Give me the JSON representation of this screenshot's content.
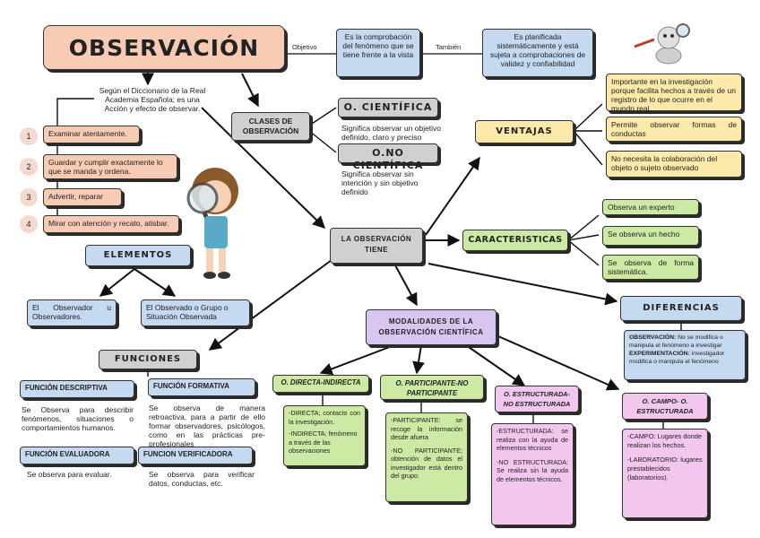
{
  "main": {
    "title": "OBSERVACIÓN",
    "objetivo_label": "Objetivo",
    "tambien_label": "También",
    "objetivo_text": "Es la comprobación del fenómeno que se tiene frente a la vista",
    "tambien_text": "Es planificada sistemáticamente y está sujeta a comprobaciones de validez y confiabilidad",
    "definicion": "Según el Diccionario de la Real Academia Española; es una Acción y efecto de observar."
  },
  "acciones": [
    {
      "num": "1",
      "text": "Examinar atentamente."
    },
    {
      "num": "2",
      "text": "Guardar y cumplir exactamente lo que se manda y ordena."
    },
    {
      "num": "3",
      "text": "Advertir, reparar"
    },
    {
      "num": "4",
      "text": "Mirar con atención y recato, atisbar."
    }
  ],
  "clases": {
    "label": "CLASES DE OBSERVACIÓN",
    "cientifica_title": "O. CIENTÍFICA",
    "cientifica_desc": "Significa observar un objetivo definido, claro y preciso",
    "no_cientifica_title": "O.NO CIENTÍFICA",
    "no_cientifica_desc": "Significa observar sin intención y sin objetivo definido"
  },
  "elementos": {
    "title": "ELEMENTOS",
    "items": [
      "El Observador u Observadores.",
      "El Observado o Grupo o Situación Observada"
    ]
  },
  "center": {
    "label": "LA OBSERVACIÓN TIENE"
  },
  "ventajas": {
    "title": "VENTAJAS",
    "items": [
      "Importante en la investigación porque facilita hechos a través de un registro de lo que ocurre en el mundo real",
      "Permite observar formas de conductas",
      "No necesita la colaboración del objeto o sujeto observado"
    ]
  },
  "caracteristicas": {
    "title": "CARACTERISTICAS",
    "items": [
      "Observa un experto",
      "Se observa un hecho",
      "Se observa de forma sistemática."
    ]
  },
  "diferencias": {
    "title": "DIFERENCIAS",
    "obs_label": "OBSERVACIÓN:",
    "obs_text": " No se modifica o manipula el fenómeno a investigar",
    "exp_label": "EXPERIMENTACIÓN:",
    "exp_text": " investigador modifica o manipula el fenómeno"
  },
  "funciones": {
    "title": "FUNCIONES",
    "descriptiva_title": "FUNCIÓN DESCRIPTIVA",
    "descriptiva_text": "Se Observa para describir fenómenos, situaciones o comportamientos humanos.",
    "formativa_title": "FUNCIÓN FORMATIVA",
    "formativa_text": "Se observa de manera retroactiva, para a partir de ello formar observadores, psicólogos, como en las prácticas pre-profesionales",
    "evaluadora_title": "FUNCIÓN EVALUADORA",
    "evaluadora_text": "Se observa para evaluar.",
    "verificadora_title": "FUNCION VERIFICADORA",
    "verificadora_text": "Se observa para verificar datos, conductas, etc."
  },
  "modalidades": {
    "title": "MODALIDADES DE LA OBSERVACIÓN CIENTÍFICA",
    "directa_title": "O. DIRECTA-INDIRECTA",
    "directa_a": "-DIRECTA; contacto con la investigación.",
    "directa_b": "-INDIRECTA; fenómeno a través de las observaciones",
    "participante_title": "O. PARTICIPANTE-NO PARTICIPANTE",
    "participante_a": "-PARTICIPANTE: se recoge la información desde afuera",
    "participante_b": "-NO PARTICIPANTE; obtención de datos el investigador está dentro del grupo.",
    "estructurada_title": "O. ESTRUCTURADA-NO ESTRUCTURADA",
    "estructurada_a": "-ESTRUCTURADA: se realiza con la ayuda de elementos técnicos",
    "estructurada_b": "-NO ESTRUCTURADA: Se realiza sin la ayuda de elementos técnicos.",
    "campo_title": "O. CAMPO- O. ESTRUCTURADA",
    "campo_a": "-CAMPO: Lugares donde realizan los hechos.",
    "campo_b": "-LABORATORIO: lugares prestablecidos (laboratorios)."
  },
  "colors": {
    "peach": "#f8cbb4",
    "blue": "#c5d9f1",
    "gray": "#d0d0d0",
    "yellow": "#fde9a9",
    "green": "#cdeaa4",
    "lavender": "#d9c6f0",
    "pink": "#f3c6ee",
    "ring": "#f6d9cf"
  },
  "icons": [
    "girl-magnifier-illustration",
    "robot-magnifier-illustration"
  ]
}
